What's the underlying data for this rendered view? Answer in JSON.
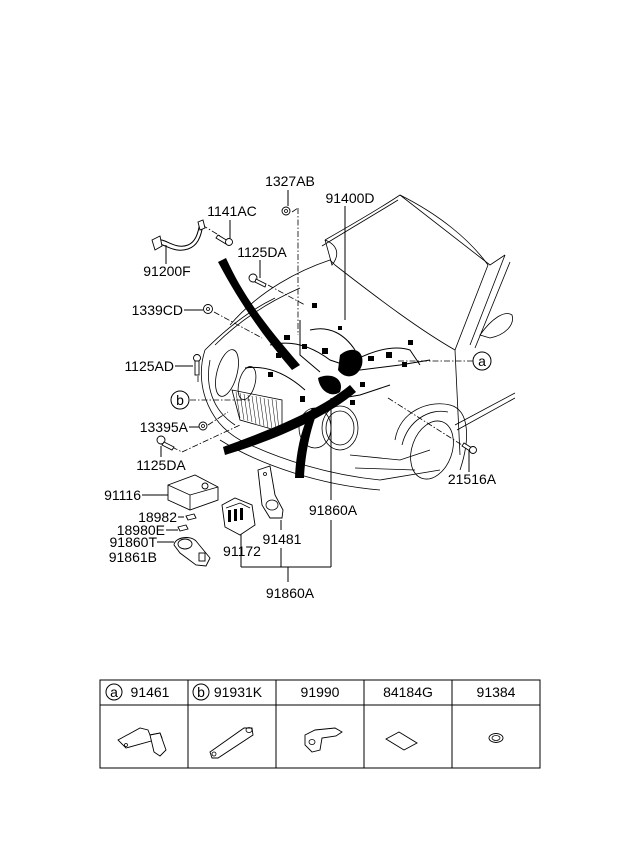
{
  "diagram": {
    "title": "Front wiring harness parts diagram",
    "callouts": {
      "c1327AB": "1327AB",
      "c1141AC": "1141AC",
      "c91400D": "91400D",
      "c1125DA_top": "1125DA",
      "c91200F": "91200F",
      "c1339CD": "1339CD",
      "c1125AD": "1125AD",
      "c13395A": "13395A",
      "c1125DA_bottom": "1125DA",
      "c21516A": "21516A",
      "c91116": "91116",
      "c18982": "18982",
      "c18980E": "18980E",
      "c91860T": "91860T",
      "c91861B": "91861B",
      "c91172": "91172",
      "c91481": "91481",
      "c91860A_right": "91860A",
      "c91860A_bottom": "91860A"
    },
    "ref_markers": {
      "a": "a",
      "b": "b"
    }
  },
  "parts_table": {
    "columns": [
      {
        "marker": "a",
        "part_no": "91461",
        "icon": "bracket-a-icon"
      },
      {
        "marker": "b",
        "part_no": "91931K",
        "icon": "bracket-b-icon"
      },
      {
        "marker": "",
        "part_no": "91990",
        "icon": "clip-icon"
      },
      {
        "marker": "",
        "part_no": "84184G",
        "icon": "pad-icon"
      },
      {
        "marker": "",
        "part_no": "91384",
        "icon": "grommet-icon"
      }
    ]
  }
}
